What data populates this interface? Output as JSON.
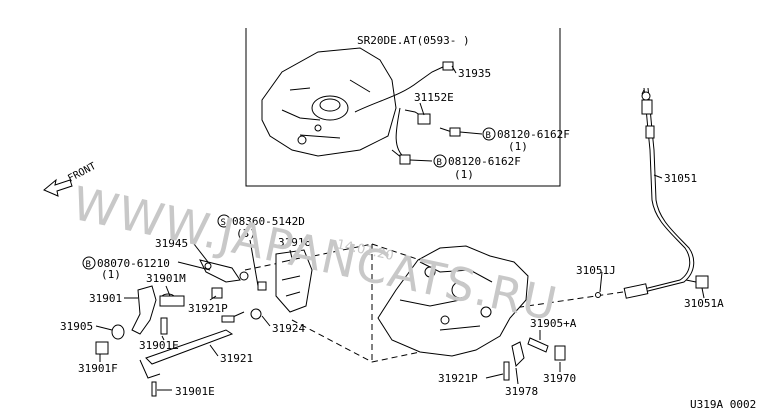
{
  "inset": {
    "title": "SR20DE.AT(0593-   )"
  },
  "labels": {
    "p31935": "31935",
    "p31152e": "31152E",
    "bolt_a": "08120-6162F",
    "bolt_a_qty": "(1)",
    "bolt_b": "08120-6162F",
    "bolt_b_qty": "(1)",
    "p31051": "31051",
    "screw": "08360-5142D",
    "screw_qty": "(3)",
    "p31945": "31945",
    "p31918": "31918",
    "bolt_c": "08070-61210",
    "bolt_c_qty": "(1)",
    "p31901m": "31901M",
    "p31901": "31901",
    "p31921p_a": "31921P",
    "p31924": "31924",
    "p31905": "31905",
    "p31901e_a": "31901E",
    "p31921": "31921",
    "p31901f": "31901F",
    "p31901e_b": "31901E",
    "p31051j": "31051J",
    "p31051a": "31051A",
    "p31905a": "31905+A",
    "p31921p_b": "31921P",
    "p31970": "31970",
    "p31978": "31978"
  },
  "front_label": "FRONT",
  "bolt_symbol": "B",
  "screw_symbol": "S",
  "watermark": {
    "main": "WWW.JAPANCATS.RU",
    "date": "14.01.20"
  },
  "footer_code": "U319A 0002"
}
